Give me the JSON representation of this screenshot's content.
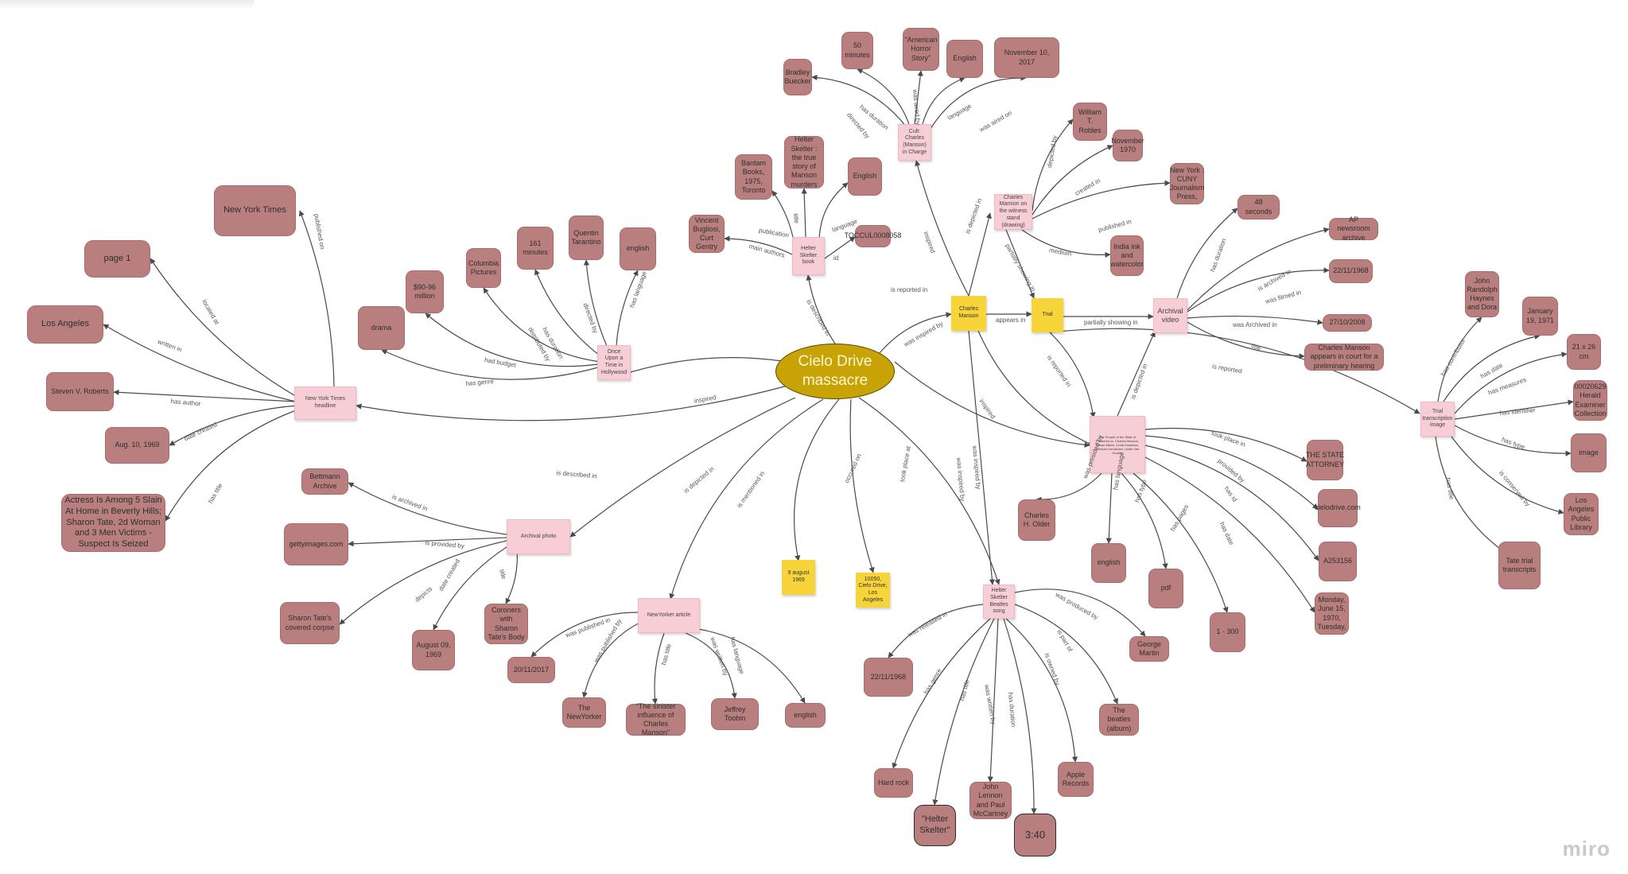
{
  "app": {
    "watermark": "miro"
  },
  "colors": {
    "value_node": "#b97f7f",
    "pink_node": "#f7cdd6",
    "yellow_node": "#f7d43a",
    "center_node": "#c7a305",
    "edge": "#4a4a4a"
  },
  "nodes": {
    "center": "Cielo Drive massacre",
    "charles_manson": "Charles Manson",
    "trial": "Trial",
    "date_9aug": "9 august 1969",
    "address": "10050, Cielo Drive, Los Angeles",
    "nyt_headline": "New York Times headline",
    "nyt": "New York Times",
    "page1": "page 1",
    "los_angeles": "Los Angeles",
    "steven_roberts": "Steven V. Roberts",
    "aug10": "Aug. 10, 1969",
    "headline_title": "Actress Is Among 5 Slain At Home in Beverly Hills; Sharon Tate, 2d Woman and 3 Men Victims -Suspect Is Seized",
    "ouatih": "Once Upon a Time in Hollywood",
    "drama": "drama",
    "budget": "$90-96 million",
    "columbia": "Columbia Pictures",
    "mins161": "161 minutes",
    "tarantino": "Quentin Tarantino",
    "english_film": "english",
    "archival_photo": "Archival photo",
    "bettmann": "Bettmann Archive",
    "gettyimages": "gettyimages.com",
    "tate_corpse": "Sharon Tate's covered corpse",
    "aug09": "August 09, 1969",
    "coroners": "Coroners with Sharon Tate's Body",
    "newyorker_article": "NewYorker article",
    "date_2017": "20/11/2017",
    "newyorker": "The NewYorker",
    "sinister": "\"The sinister influence of Charles Manson\"",
    "toobin": "Jeffrey Toobin",
    "english_ny": "english",
    "helter_book": "Helter Skelter book",
    "bantam": "Bantam Books, 1975, Toronto",
    "book_title": "Helter Skelter : the true story of Manson murders",
    "english_book": "English",
    "bugliosi": "Vincent Bugliosi, Curt Gentry",
    "book_id": "TOCCUL0008058",
    "cult": "Cult: Charles (Manson) in Charge",
    "buecker": "Bradley Buecker",
    "mins50": "50 minutes",
    "ahs": "\"American Horror Story\"",
    "english_tv": "English",
    "nov2017": "November 10, 2017",
    "drawing": "Charles Manson on the witness stand (drawing)",
    "robles": "William T. Robles",
    "nov1970": "November 1970",
    "cuny": "New York : CUNY Journalism Press,",
    "india_ink": "India ink and watercolor",
    "archival_video": "Archival video",
    "sec48": "48 seconds",
    "ap": "AP newsroom archive",
    "date_1968": "22/11/1968",
    "date_2008": "27/10/2008",
    "video_title": "Charles Manson appears in court for a preliminary hearing",
    "transcript": "The People of the State of California vs. Charles Manson, Susan Atkins, Linda Kasabian, Patricia Krenwinkel, Leslie Van Houten",
    "state_attorney": "THE STATE ATTORNEY",
    "cielodrive": "cielodrive.com",
    "a253156": "A253156",
    "monday": "Monday, June 15, 1970, Tuesday,",
    "older": "Charles H. Older",
    "english_tr": "english",
    "pdf": "pdf",
    "pages": "1 - 300",
    "trial_image": "Trial transcription image",
    "haynes": "John Randolph Haynes and Dora",
    "jan1971": "January 19, 1971",
    "size": "21 x 26 cm",
    "herald": "00020629 Herald Examiner Collection",
    "image": "image",
    "lapl": "Los Angeles Public Library",
    "tate_trial": "Tate trial transcripts",
    "song": "Helter Skelter Beatles song",
    "george_martin": "George Martin",
    "beatles_album": "The beatles (album)",
    "apple": "Apple Records",
    "duration": "3:40",
    "lennon": "John Lennon and Paul McCartney",
    "song_title": "\"Helter Skelter\"",
    "hard_rock": "Hard rock",
    "song_date": "22/11/1968"
  },
  "edge_labels": {
    "published_on": "published on",
    "located_at": "located at",
    "written_in": "written in",
    "has_author": "has author",
    "date_created": "date created",
    "has_title": "has title",
    "is_described_in": "is described in",
    "inspired": "inspired",
    "has_genre": "has genre",
    "had_budget": "had budget",
    "distributed_by": "distributed by",
    "has_duration": "has duration",
    "directed_by": "directed by",
    "has_language": "has language",
    "is_archived_in": "is archived in",
    "is_provided_by": "is provided by",
    "depicts": "depicts",
    "title": "title",
    "is_depicted_in": "is depicted in",
    "was_published_in": "was published in",
    "was_published_by": "was published by",
    "was_written_by": "was written by",
    "is_mentioned_in": "is mentioned in",
    "occured_on": "occured on",
    "took_place_at": "took place at",
    "was_inspired_by": "was inspired by",
    "publication": "publication",
    "language": "language",
    "main_authors": "main authors",
    "id": "id",
    "was_aired_by": "was aired by",
    "was_aired_on": "was aired on",
    "depicted_by": "depicted by",
    "created_in": "created in",
    "published_in": "published in",
    "medium": "medium",
    "partially_showing_in": "partially showing in",
    "appears_in": "appears in",
    "was_filmed_in": "was filmed in",
    "was_archived_in": "was Archived in",
    "is_reported": "is reported",
    "is_reported_in": "is reported in",
    "took_place_in": "took place in",
    "provided_by": "provided by",
    "has_id": "has id",
    "has_date": "has date",
    "was_presided_by": "was presided by",
    "has_pages": "has pages",
    "has_type": "has type",
    "has_contributor": "has contributor",
    "has_measures": "has measures",
    "has_identifier": "has identifier",
    "is_conserved_by": "is conserved by",
    "was_produced_by": "was produced by",
    "is_part_of": "is part of",
    "is_owned_by": "is owned by",
    "was_written_by_song": "was written by",
    "was_released_in": "was released in",
    "was_inspired_song": "was inspired by"
  }
}
